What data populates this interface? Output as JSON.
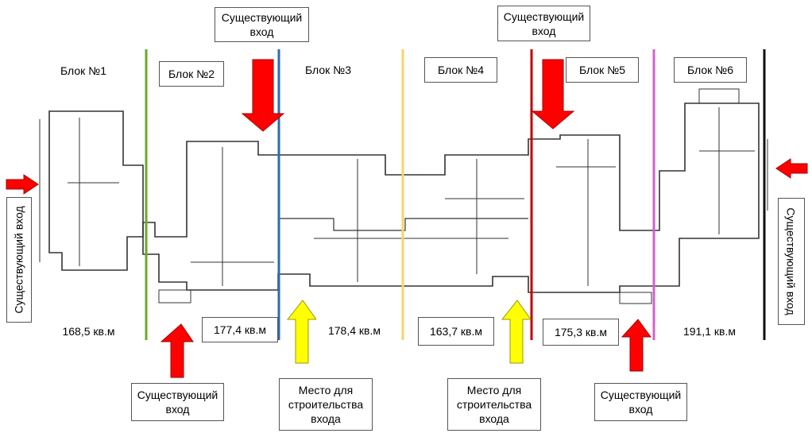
{
  "colors": {
    "red_arrow": "#ff0000",
    "yellow_arrow": "#ffff00",
    "divider_green": "#6aaa2a",
    "divider_blue": "#2e6ab0",
    "divider_yellow": "#f5d56a",
    "divider_red": "#c00000",
    "divider_magenta": "#d060d0",
    "divider_black": "#111111",
    "plan_line": "#333333"
  },
  "blocks": [
    {
      "name": "Блок №1",
      "area": "168,5 кв.м"
    },
    {
      "name": "Блок №2",
      "area": "177,4 кв.м"
    },
    {
      "name": "Блок №3",
      "area": "178,4 кв.м"
    },
    {
      "name": "Блок №4",
      "area": "163,7 кв.м"
    },
    {
      "name": "Блок №5",
      "area": "175,3 кв.м"
    },
    {
      "name": "Блок №6",
      "area": "191,1 кв.м"
    }
  ],
  "labels": {
    "existing_entrance": "Существующий\nвход",
    "existing_entrance_inline": "Существующий вход",
    "new_entrance_site": "Место для\nстроительства\nвхода"
  }
}
